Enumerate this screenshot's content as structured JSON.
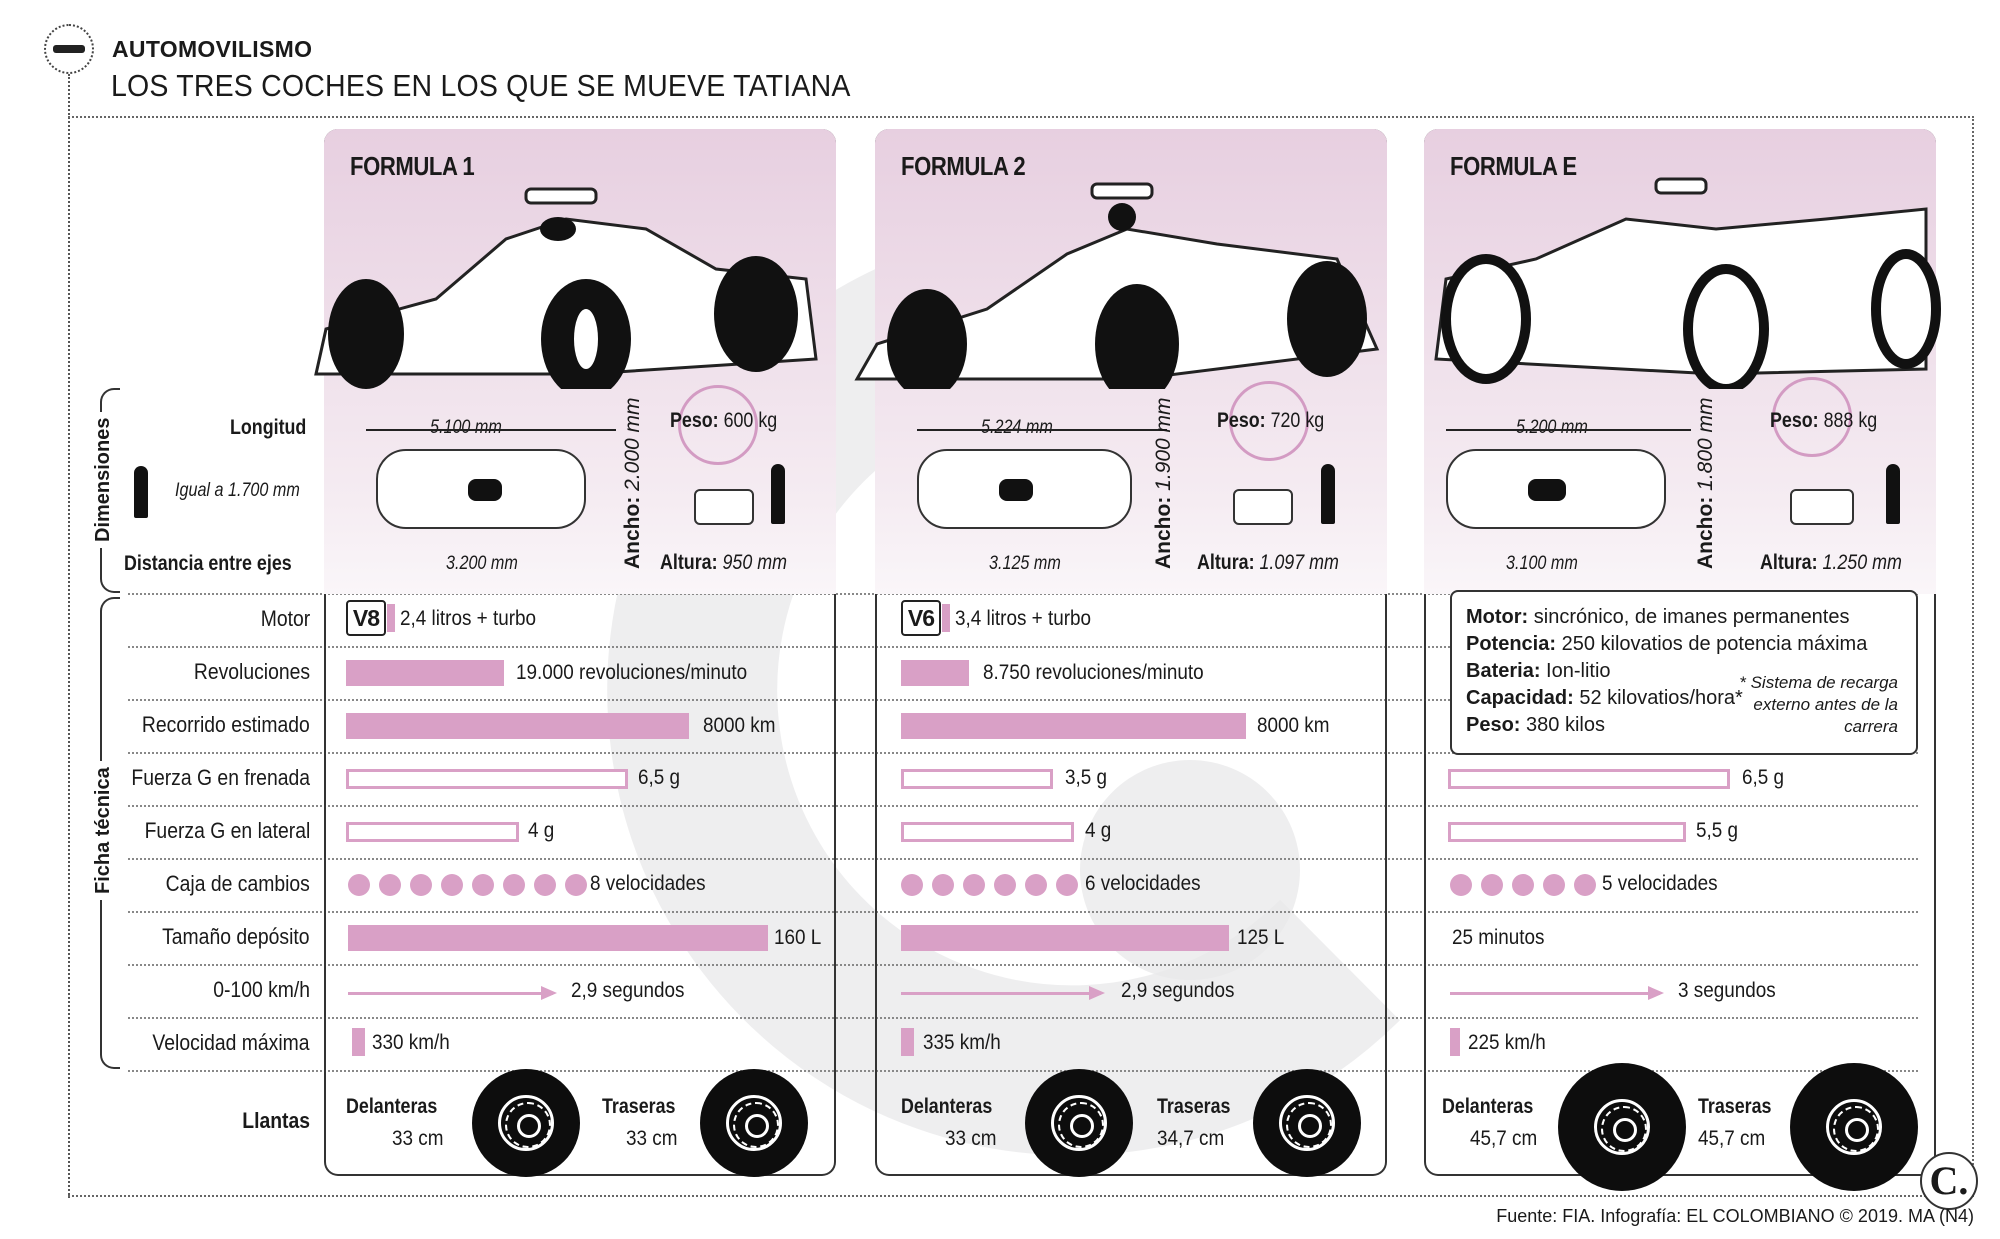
{
  "header": {
    "kicker": "AUTOMOVILISMO",
    "title": "LOS TRES COCHES EN LOS QUE SE MUEVE TATIANA"
  },
  "sections": {
    "dimensions": "Dimensiones",
    "technical": "Ficha técnica"
  },
  "dim_labels": {
    "length": "Longitud",
    "human": "Igual a 1.700 mm",
    "wheelbase": "Distancia entre ejes",
    "width_label": "Ancho:",
    "height_label": "Altura:",
    "weight_label": "Peso:"
  },
  "row_labels": [
    "Motor",
    "Revoluciones",
    "Recorrido estimado",
    "Fuerza G en frenada",
    "Fuerza G en lateral",
    "Caja de cambios",
    "Tamaño depósito",
    "0-100 km/h",
    "Velocidad máxima",
    "Llantas"
  ],
  "tire_labels": {
    "front": "Delanteras",
    "rear": "Traseras"
  },
  "cars": [
    {
      "name": "FORMULA 1",
      "length": "5.100 mm",
      "width": "2.000 mm",
      "wheelbase": "3.200 mm",
      "weight": "600 kg",
      "height": "950 mm",
      "engine_badge": "V8",
      "engine": "2,4 litros + turbo",
      "rpm": "19.000 revoluciones/minuto",
      "range": "8000 km",
      "g_brake": "6,5 g",
      "g_lateral": "4 g",
      "gears": "8 velocidades",
      "gear_count": 8,
      "tank": "160 L",
      "accel": "2,9 segundos",
      "top_speed": "330 km/h",
      "tire_front": "33 cm",
      "tire_rear": "33 cm"
    },
    {
      "name": "FORMULA 2",
      "length": "5.224 mm",
      "width": "1.900 mm",
      "wheelbase": "3.125 mm",
      "weight": "720 kg",
      "height": "1.097 mm",
      "engine_badge": "V6",
      "engine": "3,4 litros + turbo",
      "rpm": "8.750 revoluciones/minuto",
      "range": "8000 km",
      "g_brake": "3,5 g",
      "g_lateral": "4 g",
      "gears": "6 velocidades",
      "gear_count": 6,
      "tank": "125 L",
      "accel": "2,9 segundos",
      "top_speed": "335 km/h",
      "tire_front": "33 cm",
      "tire_rear": "34,7 cm"
    },
    {
      "name": "FORMULA E",
      "length": "5.200 mm",
      "width": "1.800 mm",
      "wheelbase": "3.100 mm",
      "weight": "888 kg",
      "height": "1.250 mm",
      "info_box": {
        "motor_k": "Motor:",
        "motor_v": "sincrónico, de imanes permanentes",
        "power_k": "Potencia:",
        "power_v": "250 kilovatios de potencia máxima",
        "battery_k": "Bateria:",
        "battery_v": "Ion-litio",
        "capacity_k": "Capacidad:",
        "capacity_v": "52 kilovatios/hora*",
        "weight_k": "Peso:",
        "weight_v": "380 kilos",
        "note": "* Sistema de recarga externo antes de la carrera"
      },
      "g_brake": "6,5 g",
      "g_lateral": "5,5 g",
      "gears": "5 velocidades",
      "gear_count": 5,
      "tank": "25 minutos",
      "accel": "3 segundos",
      "top_speed": "225 km/h",
      "tire_front": "45,7 cm",
      "tire_rear": "45,7 cm"
    }
  ],
  "colors": {
    "accent": "#d9a0c6",
    "card_top": "#e7cfe0",
    "ring": "#d39bc3"
  },
  "footer": {
    "credit": "Fuente: FIA. Infografía: EL COLOMBIANO © 2019. MA (N4)",
    "logo": "C."
  }
}
